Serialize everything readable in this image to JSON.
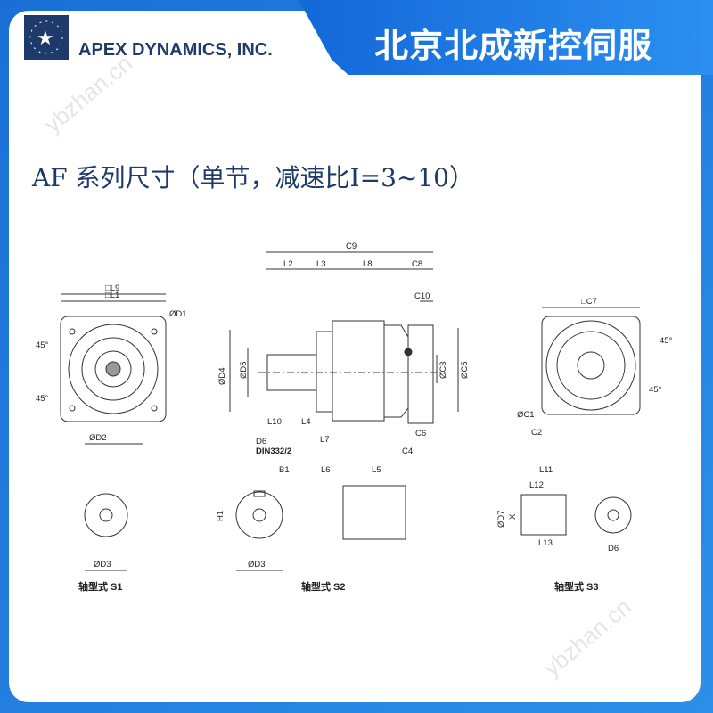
{
  "header": {
    "company": "APEX DYNAMICS, INC.",
    "banner": "北京北成新控伺服"
  },
  "title": "AF 系列尺寸（单节，减速比I=3~10）",
  "watermark": "ybzhan.cn",
  "labels": {
    "L9": "□L9",
    "L1": "□L1",
    "D1": "ØD1",
    "D2": "ØD2",
    "a45": "45°",
    "C9": "C9",
    "L2": "L2",
    "L3": "L3",
    "L8": "L8",
    "C8": "C8",
    "C10": "C10",
    "D4": "ØD4",
    "D5": "ØD5",
    "C3": "ØC3",
    "C5": "ØC5",
    "L10": "L10",
    "L4": "L4",
    "L7": "L7",
    "C6": "C6",
    "C4": "C4",
    "D6": "D6",
    "DIN": "DIN332/2",
    "C7": "□C7",
    "C1": "ØC1",
    "C2": "C2",
    "B1": "B1",
    "H1": "H1",
    "L6": "L6",
    "L5": "L5",
    "D3": "ØD3",
    "L11": "L11",
    "L12": "L12",
    "L13": "L13",
    "D7": "ØD7",
    "X": "X"
  },
  "captions": {
    "s1": "轴型式 S1",
    "s2": "轴型式 S2",
    "s3": "轴型式 S3"
  }
}
